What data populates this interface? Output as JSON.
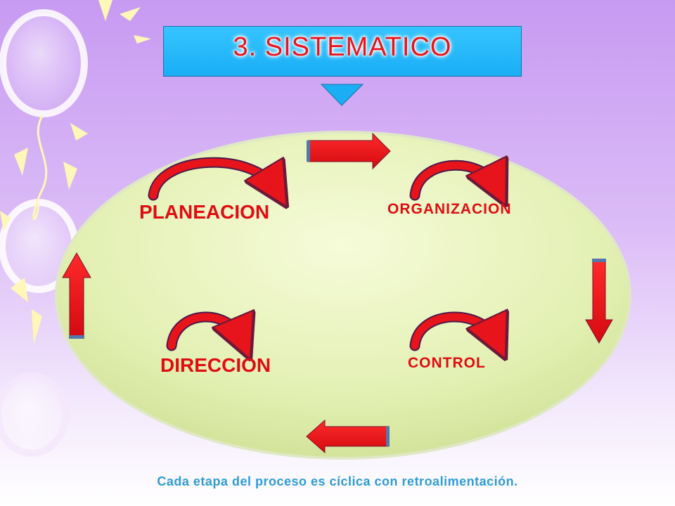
{
  "title": "3. SISTEMATICO",
  "stages": {
    "planeacion": "PLANEACION",
    "organizacion": "ORGANIZACION",
    "direccion": "DIRECCION",
    "control": "CONTROL"
  },
  "caption": "Cada etapa del proceso es cíclica con retroalimentación.",
  "colors": {
    "arrow": "#e8141c",
    "stage_text": "#e00c12",
    "title_box": "#1aaef5",
    "caption": "#2f9bd6",
    "ellipse": "#e2efb0"
  }
}
